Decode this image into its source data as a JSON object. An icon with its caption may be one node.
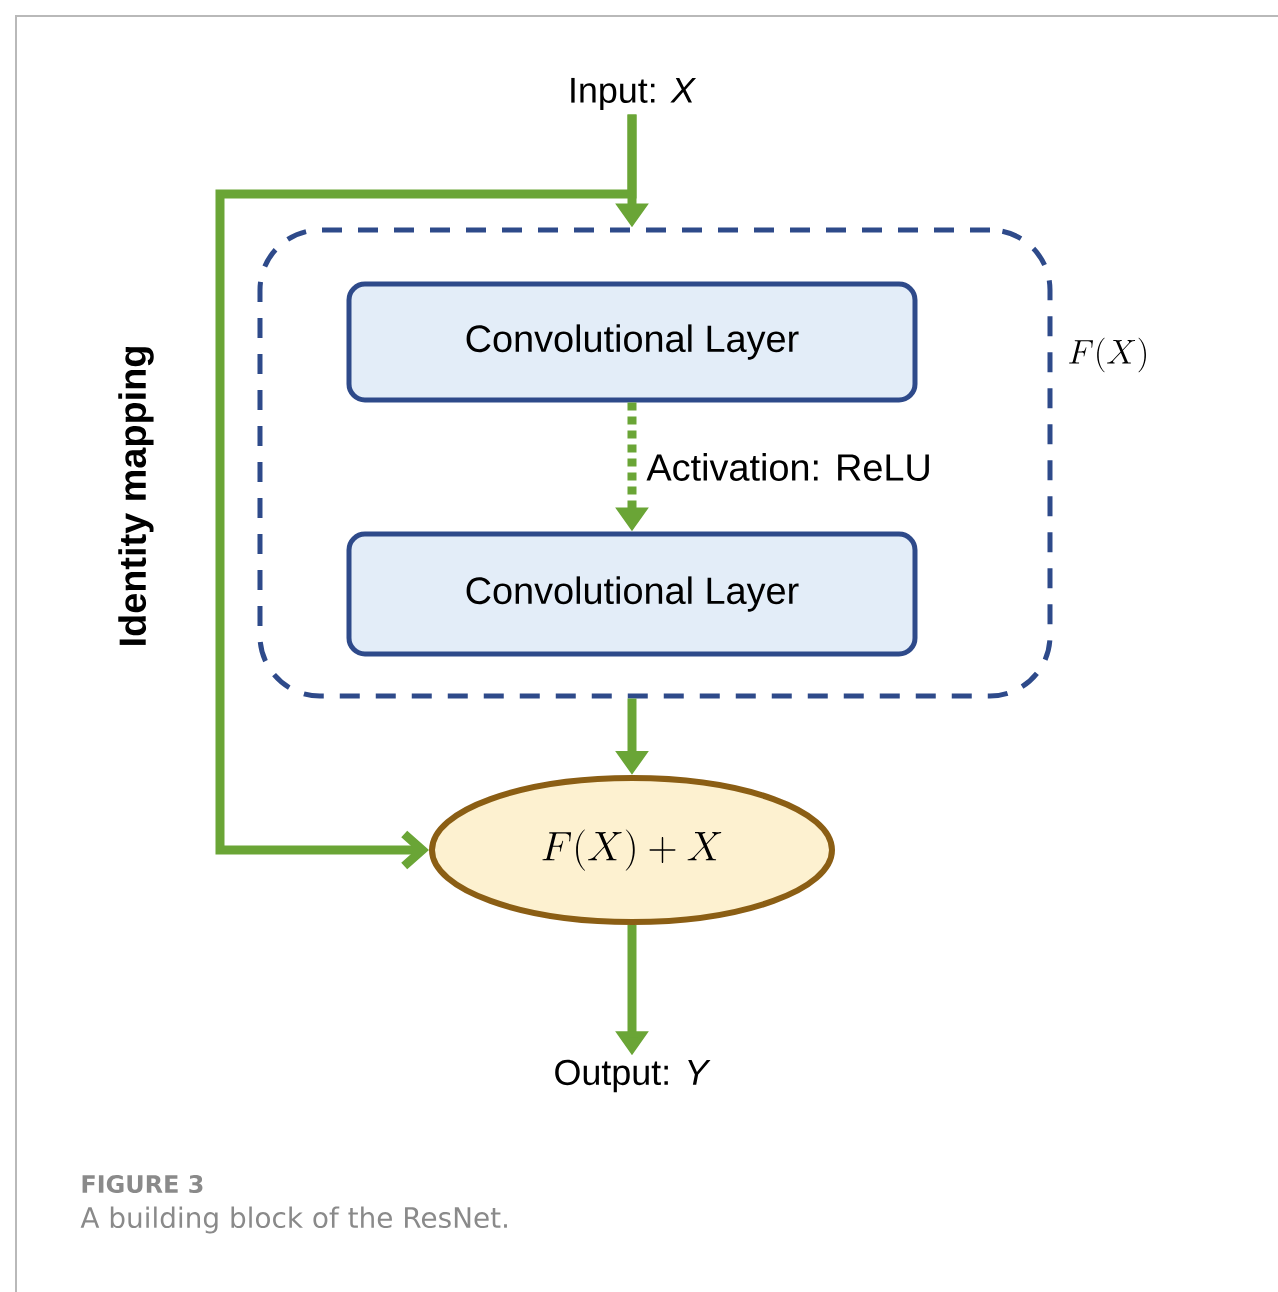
{
  "diagram": {
    "caption": "A building block of the ResNet.",
    "nodes": [
      {
        "text": [
          "Input: *X*"
        ]
      },
      {
        "text": [
          "F(X)"
        ]
      },
      {
        "text": [
          "Convolutional Layer"
        ],
        "in": 1
      },
      {
        "text": [
          "Convolutional Layer"
        ],
        "in": 1
      },
      {
        "text": [
          "F(X)+X"
        ]
      },
      {
        "text": [
          "Output: *Y*"
        ]
      }
    ],
    "edges": [
      {
        "from": 0,
        "to": 1,
        "arrow": "to"
      },
      {
        "from": 2,
        "to": 3,
        "arrow": "to",
        "style": "dashed",
        "label": "Activation: ReLU"
      },
      {
        "from": 1,
        "to": 4,
        "arrow": "to"
      },
      {
        "from": 4,
        "to": 5,
        "arrow": "to"
      },
      {
        "from": 0,
        "to": 4,
        "arrow": "to",
        "label": "Identity mapping"
      }
    ],
    "labels": [
      "FIGURE 3"
    ]
  }
}
